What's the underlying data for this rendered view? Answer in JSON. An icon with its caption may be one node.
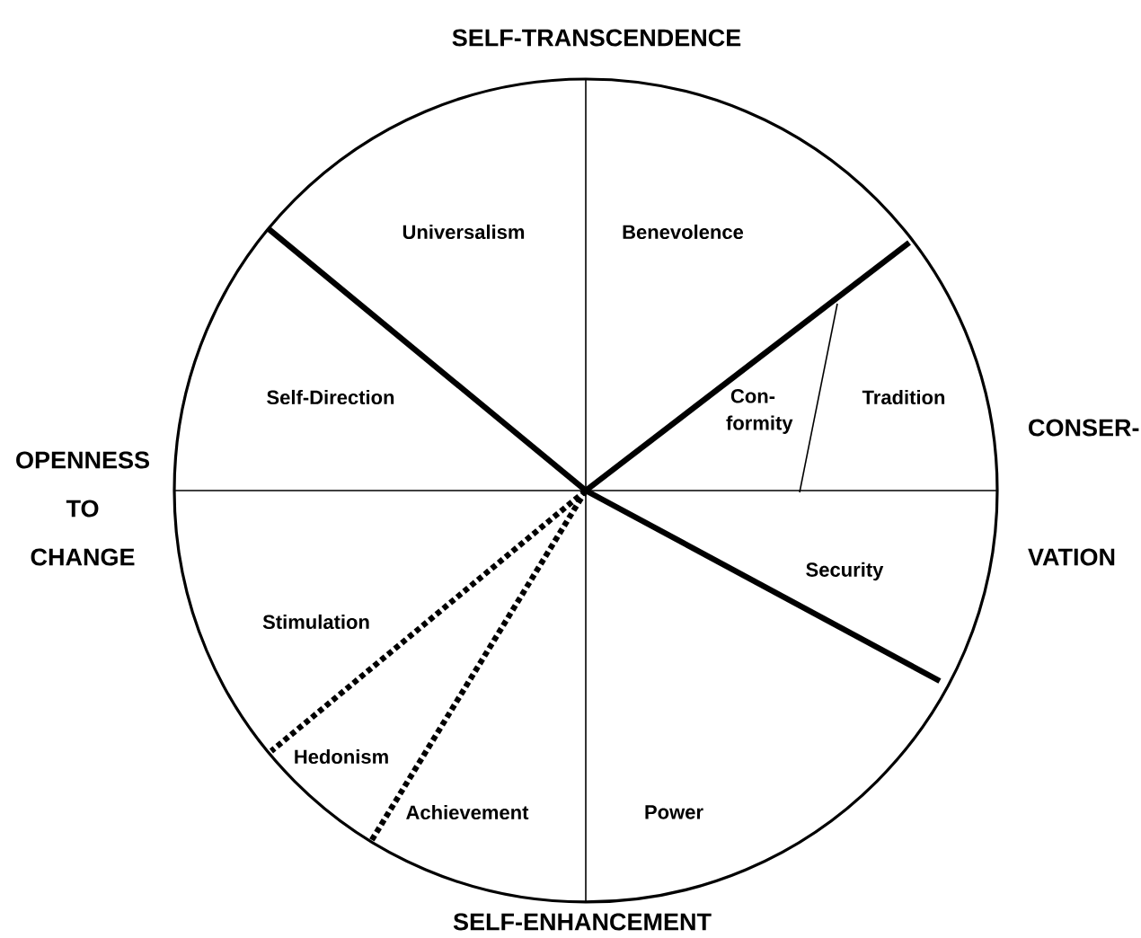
{
  "diagram": {
    "labels": [
      "SELF-TRANSCENDENCE",
      "Universalism",
      "Benevolence",
      "Self-Direction",
      "Con- formity",
      "Tradition",
      "OPENNESS TO CHANGE",
      "CONSER- VATION",
      "Security",
      "Stimulation",
      "Hedonism",
      "Achievement",
      "Power",
      "SELF-ENHANCEMENT"
    ]
  }
}
